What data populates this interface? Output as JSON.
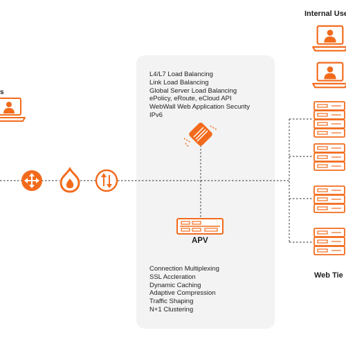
{
  "labels": {
    "internal_users": "Internal Use",
    "left_fragment": "s",
    "web_tier": "Web Tie",
    "apv": "APV"
  },
  "top_features": [
    "L4/L7 Load Balancing",
    "Link Load Balancing",
    "Global Server Load Balancing",
    "ePolicy, eRoute, eCloud API",
    "WebWall Web Application Security",
    "IPv6"
  ],
  "bottom_features": [
    "Connection Multiplexing",
    "SSL Accleration",
    "Dynamic Caching",
    "Adaptive Compression",
    "Traffic Shaping",
    "N+1 Clustering"
  ],
  "icons": {
    "left_user": "laptop-user-icon",
    "move": "move-arrows-icon",
    "firewall": "firewall-flame-icon",
    "transfer": "transfer-arrows-icon",
    "core": "array-logo-icon",
    "apv_device": "appliance-icon",
    "internal_user_1": "laptop-user-icon",
    "internal_user_2": "laptop-user-icon",
    "servers": "server-stack-icon"
  },
  "colors": {
    "accent": "#f26b1d",
    "line": "#555555",
    "card": "#f3f3f3"
  }
}
